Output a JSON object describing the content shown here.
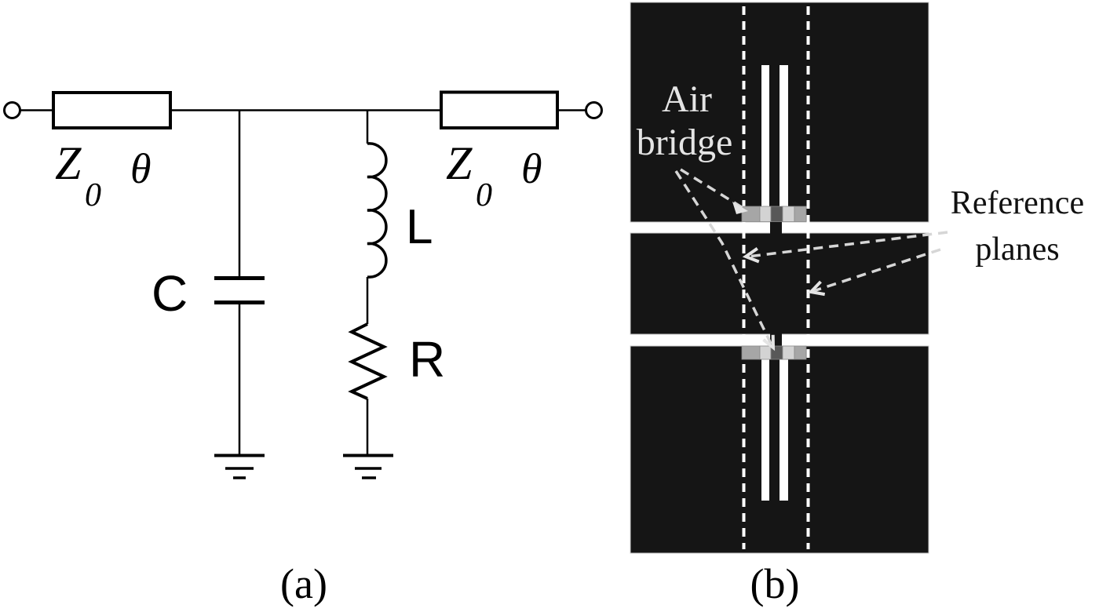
{
  "figure": {
    "panel_a": {
      "caption": "(a)",
      "tl_left": {
        "impedance": "Z",
        "impedance_sub": "0",
        "electrical_length": "θ"
      },
      "tl_right": {
        "impedance": "Z",
        "impedance_sub": "0",
        "electrical_length": "θ"
      },
      "components": {
        "capacitor": "C",
        "inductor": "L",
        "resistor": "R"
      },
      "colors": {
        "line": "#000000",
        "background": "#ffffff"
      }
    },
    "panel_b": {
      "caption": "(b)",
      "labels": {
        "air_bridge_line1": "Air",
        "air_bridge_line2": "bridge",
        "reference_planes_line1": "Reference",
        "reference_planes_line2": "planes"
      },
      "colors": {
        "metal": "#151515",
        "slot": "#ffffff",
        "block_border": "#c9c9c9",
        "bridge_mid": "#a6a6a6",
        "bridge_light": "#d3d3d3",
        "bridge_dark": "#585858",
        "bridge_edge": "#8a8a8a",
        "reference_dash": "#ffffff",
        "annotation_dash": "#d6d6d6",
        "annotation_head": "#e4e4e4",
        "light_text": "#e4e4e4",
        "dark_text": "#111111"
      }
    }
  }
}
